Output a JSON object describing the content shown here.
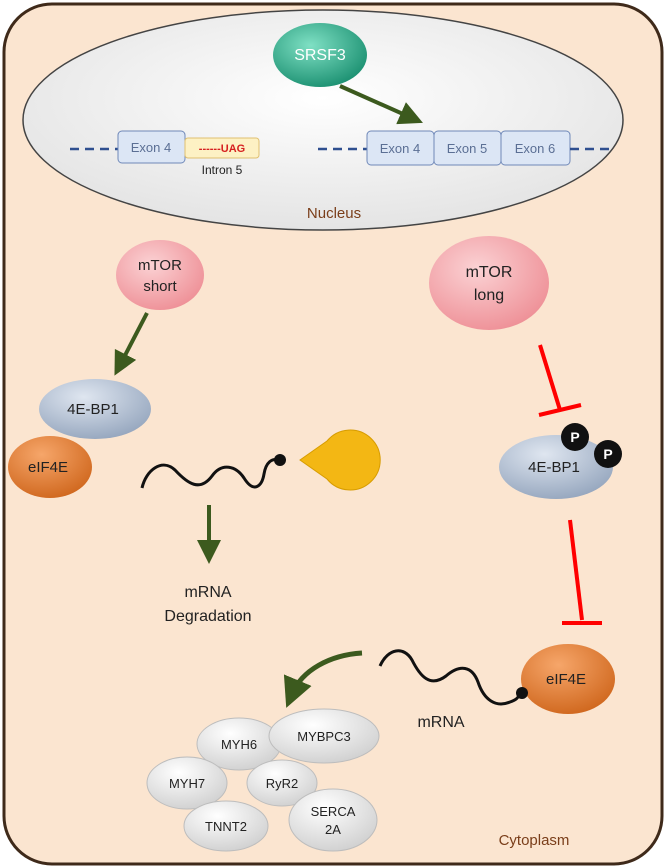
{
  "nucleus": {
    "label": "Nucleus",
    "factor": "SRSF3",
    "unspliced": {
      "exon": "Exon 4",
      "uag": "------UAG",
      "intron": "Intron 5"
    },
    "spliced": {
      "exons": [
        "Exon 4",
        "Exon 5",
        "Exon 6"
      ]
    }
  },
  "cytoplasm": {
    "label": "Cytoplasm"
  },
  "left_path": {
    "mtor_line1": "mTOR",
    "mtor_line2": "short",
    "bp1": "4E-BP1",
    "eif4e": "eIF4E",
    "degradation_line1": "mRNA",
    "degradation_line2": "Degradation"
  },
  "right_path": {
    "mtor_line1": "mTOR",
    "mtor_line2": "long",
    "bp1": "4E-BP1",
    "phospho": "P",
    "eif4e": "eIF4E",
    "mrna": "mRNA"
  },
  "genes": [
    "MYH6",
    "MYBPC3",
    "MYH7",
    "RyR2",
    "TNNT2",
    "SERCA",
    "2A"
  ],
  "colors": {
    "cell_fill": "#fbe5d0",
    "cell_stroke": "#3f2a1a",
    "activation_arrow": "#3c5a1e",
    "inhibition": "#ff0000",
    "srsf3": "#2aa384",
    "mtor": "#f2a2a8",
    "bp1": "#b7c3d6",
    "eif4e": "#e07a2c",
    "exon": "#dce6f5",
    "label_brown": "#7a3e1a"
  }
}
